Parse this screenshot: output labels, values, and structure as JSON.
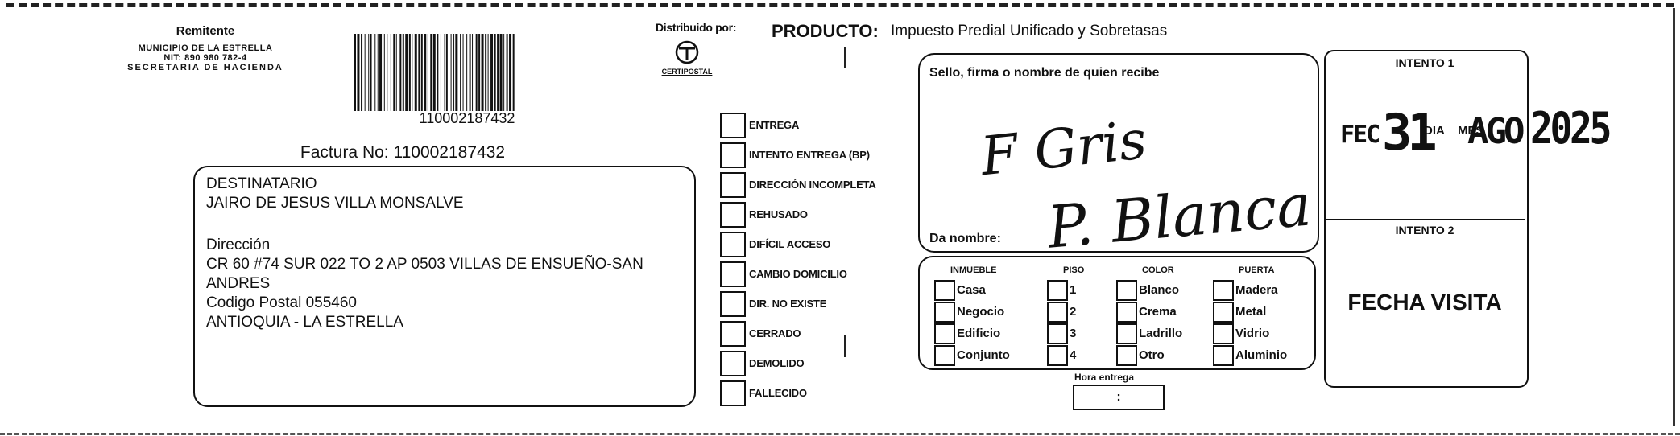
{
  "sender": {
    "label": "Remitente",
    "name": "MUNICIPIO DE LA ESTRELLA",
    "nit": "NIT: 890 980 782-4",
    "office": "SECRETARIA DE HACIENDA"
  },
  "barcode": {
    "number": "110002187432"
  },
  "invoice": {
    "text": "Factura No: 110002187432"
  },
  "recipient": {
    "header": "DESTINATARIO",
    "name": "JAIRO DE JESUS VILLA MONSALVE",
    "address_label": "Dirección",
    "address_line1": "CR 60  #74 SUR 022 TO 2 AP 0503 VILLAS DE ENSUEÑO-SAN",
    "address_line2": "ANDRES",
    "postal": "Codigo Postal  055460",
    "city": "ANTIOQUIA - LA ESTRELLA"
  },
  "distributor": {
    "label": "Distribuido por:",
    "name": "CERTIPOSTAL"
  },
  "product": {
    "label": "PRODUCTO:",
    "value": "Impuesto Predial Unificado y Sobretasas"
  },
  "delivery_options": [
    "ENTREGA",
    "INTENTO ENTREGA (BP)",
    "DIRECCIÓN INCOMPLETA",
    "REHUSADO",
    "DIFÍCIL ACCESO",
    "CAMBIO DOMICILIO",
    "DIR. NO EXISTE",
    "CERRADO",
    "DEMOLIDO",
    "FALLECIDO"
  ],
  "receiver": {
    "title": "Sello, firma o nombre de quien recibe",
    "sign_label": "Da nombre:",
    "handwriting_line1": "F Gris",
    "handwriting_line2": "P. Blanca"
  },
  "property": {
    "columns": [
      {
        "header": "INMUEBLE",
        "options": [
          "Casa",
          "Negocio",
          "Edificio",
          "Conjunto"
        ]
      },
      {
        "header": "PISO",
        "options": [
          "1",
          "2",
          "3",
          "4"
        ]
      },
      {
        "header": "COLOR",
        "options": [
          "Blanco",
          "Crema",
          "Ladrillo",
          "Otro"
        ]
      },
      {
        "header": "PUERTA",
        "options": [
          "Madera",
          "Metal",
          "Vidrio",
          "Aluminio"
        ]
      }
    ],
    "hora_label": "Hora entrega",
    "hora_value": ":"
  },
  "attempt1": {
    "title": "INTENTO 1",
    "stamp_prefix": "FEC",
    "stamp_day": "31",
    "stamp_day_label": "DIA",
    "stamp_month_label": "MES",
    "stamp_month": "AGO",
    "stamp_year": "2025"
  },
  "attempt2": {
    "title": "INTENTO 2",
    "label": "FECHA VISITA"
  }
}
